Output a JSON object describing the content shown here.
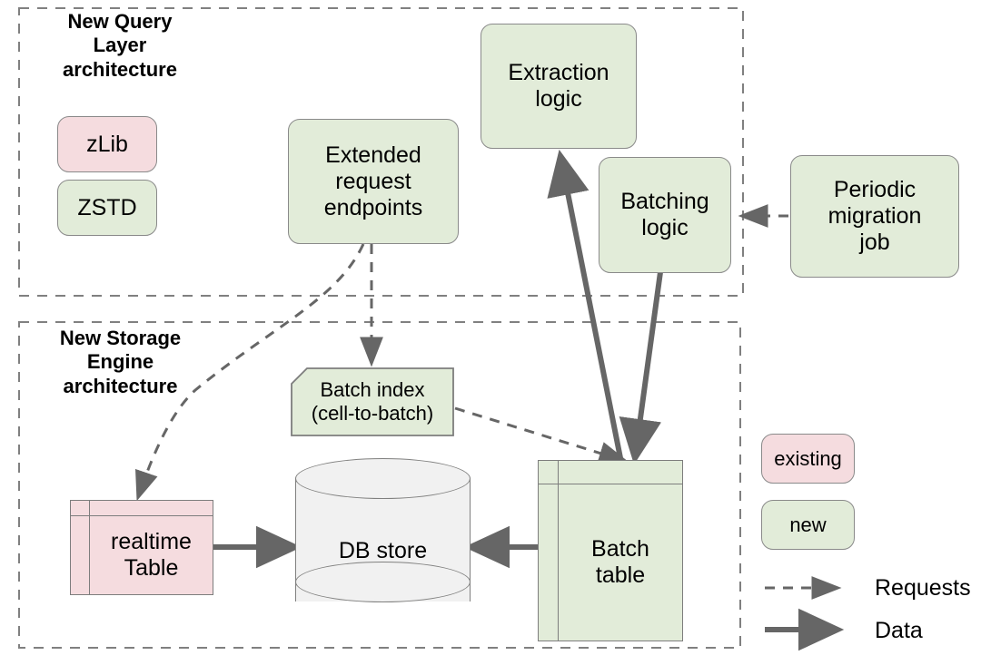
{
  "diagram": {
    "title_not_rendered": "",
    "groups": [
      {
        "id": "query-layer",
        "label": "New Query\nLayer\narchitecture"
      },
      {
        "id": "storage-engine",
        "label": "New Storage\nEngine\narchitecture"
      }
    ],
    "nodes": {
      "zlib": {
        "label": "zLib",
        "color": "#f5dcdf",
        "kind": "existing"
      },
      "zstd": {
        "label": "ZSTD",
        "color": "#e2ecd9",
        "kind": "new"
      },
      "extended_request_endpoints": {
        "label": "Extended\nrequest\nendpoints",
        "color": "#e2ecd9",
        "kind": "new"
      },
      "extraction_logic": {
        "label": "Extraction\nlogic",
        "color": "#e2ecd9",
        "kind": "new"
      },
      "batching_logic": {
        "label": "Batching\nlogic",
        "color": "#e2ecd9",
        "kind": "new"
      },
      "periodic_migration_job": {
        "label": "Periodic\nmigration\njob",
        "color": "#e2ecd9",
        "kind": "new"
      },
      "batch_index": {
        "label": "Batch index\n(cell-to-batch)",
        "color": "#e2ecd9",
        "kind": "new"
      },
      "realtime_table": {
        "label": "realtime\nTable",
        "color": "#f5dcdf",
        "kind": "existing"
      },
      "db_store": {
        "label": "DB store",
        "color": "#f1f1f1",
        "kind": "existing"
      },
      "batch_table": {
        "label": "Batch\ntable",
        "color": "#e2ecd9",
        "kind": "new"
      }
    },
    "edges": [
      {
        "from": "extended_request_endpoints",
        "to": "batch_index",
        "type": "Requests"
      },
      {
        "from": "extended_request_endpoints",
        "to": "realtime_table",
        "type": "Requests"
      },
      {
        "from": "batch_index",
        "to": "batch_table",
        "type": "Requests"
      },
      {
        "from": "periodic_migration_job",
        "to": "batching_logic",
        "type": "Requests"
      },
      {
        "from": "batch_table",
        "to": "extraction_logic",
        "type": "Data"
      },
      {
        "from": "batching_logic",
        "to": "batch_table",
        "type": "Data"
      },
      {
        "from": "realtime_table",
        "to": "db_store",
        "type": "Data"
      },
      {
        "from": "batch_table",
        "to": "db_store",
        "type": "Data"
      }
    ],
    "legend": {
      "swatches": [
        {
          "label": "existing",
          "color": "#f5dcdf"
        },
        {
          "label": "new",
          "color": "#e2ecd9"
        }
      ],
      "lines": [
        {
          "label": "Requests",
          "style": "dashed",
          "color": "#666666"
        },
        {
          "label": "Data",
          "style": "solid",
          "color": "#666666"
        }
      ]
    },
    "colors": {
      "existing_fill": "#f5dcdf",
      "new_fill": "#e2ecd9",
      "store_fill": "#f1f1f1",
      "stroke": "#808080",
      "edge": "#666666",
      "group_border": "#808080"
    }
  }
}
